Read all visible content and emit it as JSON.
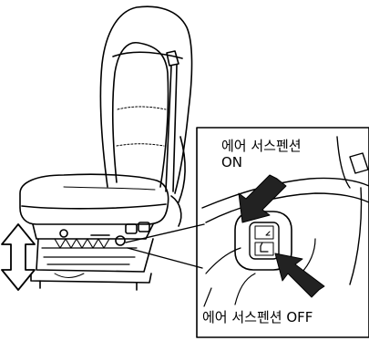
{
  "callout": {
    "on_label_line1": "에어 서스펜션",
    "on_label_line2": "ON",
    "off_label": "에어 서스펜션 OFF"
  },
  "colors": {
    "line": "#000000",
    "arrow_fill": "#222222",
    "background": "#ffffff"
  },
  "icons": [
    "seat-illustration",
    "height-adjust-arrow",
    "pointer-arrow-on",
    "pointer-arrow-off",
    "air-suspension-switch"
  ]
}
